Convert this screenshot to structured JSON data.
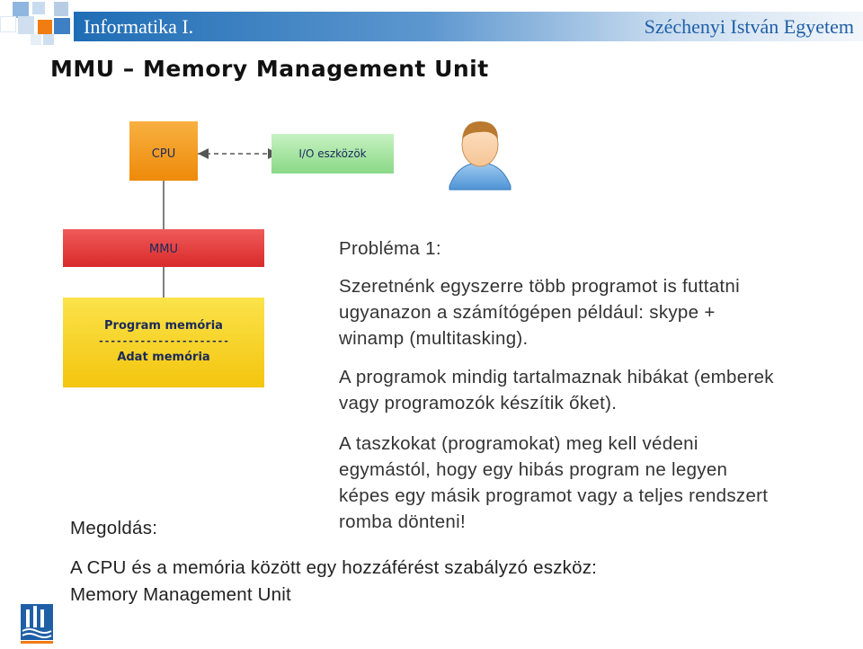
{
  "header": {
    "left_title": "Informatika I.",
    "right_title": "Széchenyi István Egyetem"
  },
  "slide": {
    "title": "MMU – Memory Management Unit"
  },
  "diagram": {
    "cpu_label": "CPU",
    "io_label": "I/O eszközök",
    "mmu_label": "MMU",
    "program_memory_label": "Program memória",
    "separator_label": "----------------------",
    "data_memory_label": "Adat memória"
  },
  "content": {
    "problem_title": "Probléma 1:",
    "paragraph_1": [
      "Szeretnénk egyszerre több programot is futtatni",
      "ugyanazon a számítógépen például: skype +",
      "winamp (multitasking)."
    ],
    "paragraph_2": [
      "A programok mindig tartalmaznak hibákat (emberek",
      "vagy programozók készítik őket)."
    ],
    "paragraph_3": [
      "A taszkokat (programokat) meg kell védeni",
      "egymástól, hogy egy hibás program ne legyen",
      "képes egy másik programot vagy a  teljes rendszert",
      "romba dönteni!"
    ],
    "solution_label": "Megoldás:",
    "solution_line_1": "A CPU és a memória között egy hozzáférést szabályzó eszköz:",
    "solution_line_2": "Memory Management Unit"
  },
  "colors": {
    "header_blue": "#1f6db5",
    "cpu_orange": "#f59a18",
    "io_green": "#9fe59a",
    "mmu_red": "#e8393a",
    "memory_yellow": "#f7d21c"
  }
}
